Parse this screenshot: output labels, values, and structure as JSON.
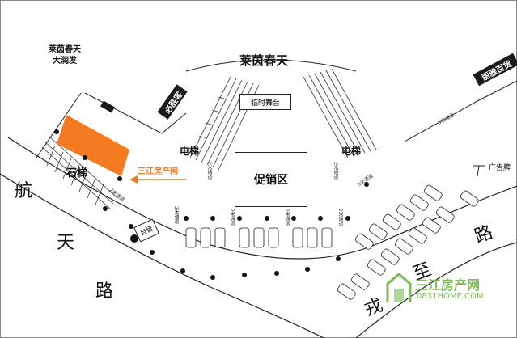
{
  "labels": {
    "mall_title": "莱茵春天",
    "mall_corner": [
      "莱茵春天",
      "大润发"
    ],
    "bisheng_road": "必胜客",
    "liya_store": "丽雅百货",
    "stage": "临时舞台",
    "promo_area": "促销区",
    "elevator_left": "电梯",
    "elevator_right": "电梯",
    "stone_stairs": "石梯",
    "ad_tag": "三江房产网",
    "kiosk": "自留",
    "billboard": "广告牌",
    "road_hangtian": [
      "航",
      "天",
      "路"
    ],
    "road_jiuzhou": [
      "路",
      "至",
      "戎"
    ],
    "walkways": {
      "five_m": "5米通道",
      "two_m_left_stair": "2米通道",
      "two_m_a": "2米通道",
      "two_m_b": "2米通道",
      "two_m_c": "2米通道",
      "two_m_d": "2米通道",
      "two_m_e": "2米通道",
      "two_m_f": "2米通道",
      "three_m": "3米通道"
    }
  },
  "watermark": {
    "brand": "三江房产网",
    "url": "0831HOME.COM"
  },
  "colors": {
    "highlight": "#f47b20",
    "ad_text": "#f47b20",
    "watermark": "#7dbb58",
    "line": "#222222"
  }
}
